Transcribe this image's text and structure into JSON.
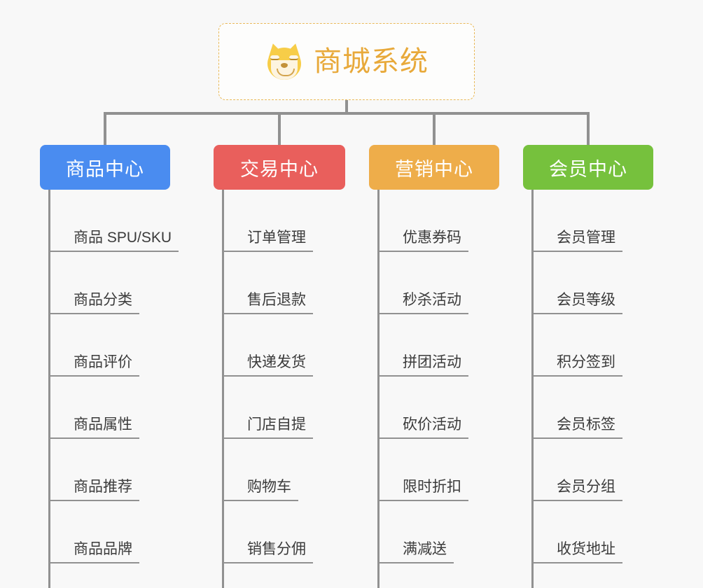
{
  "diagram": {
    "type": "mind-map",
    "background_color": "#f8f8f8",
    "root": {
      "title": "商城系统",
      "icon": "shiba-dog-face-emoji",
      "text_color": "#e8a93a",
      "border_color": "#e9b958",
      "background_color": "#fdfdfc"
    },
    "connector_color": "#919191",
    "categories": [
      {
        "label": "商品中心",
        "color": "#4a8cf0",
        "items": [
          "商品 SPU/SKU",
          "商品分类",
          "商品评价",
          "商品属性",
          "商品推荐",
          "商品品牌"
        ]
      },
      {
        "label": "交易中心",
        "color": "#e95f5c",
        "items": [
          "订单管理",
          "售后退款",
          "快递发货",
          "门店自提",
          "购物车",
          "销售分佣"
        ]
      },
      {
        "label": "营销中心",
        "color": "#eead4a",
        "items": [
          "优惠券码",
          "秒杀活动",
          "拼团活动",
          "砍价活动",
          "限时折扣",
          "满减送"
        ]
      },
      {
        "label": "会员中心",
        "color": "#76c13d",
        "items": [
          "会员管理",
          "会员等级",
          "积分签到",
          "会员标签",
          "会员分组",
          "收货地址"
        ]
      }
    ]
  }
}
